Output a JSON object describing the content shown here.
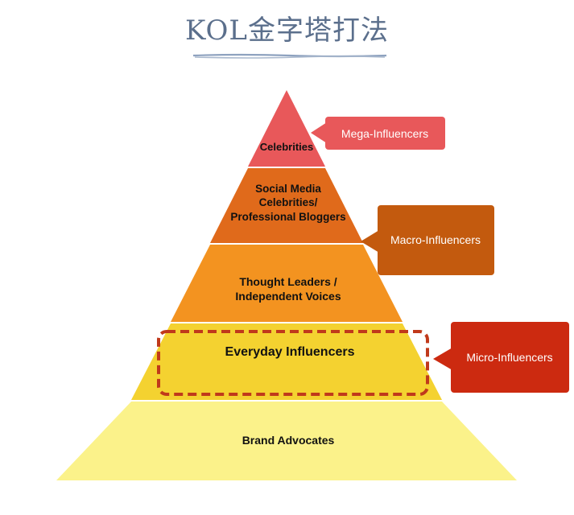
{
  "title": "KOL金字塔打法",
  "tiers": [
    {
      "lines": [
        "Celebrities"
      ],
      "color": "#e8585a"
    },
    {
      "lines": [
        "Social Media",
        "Celebrities/",
        "Professional Bloggers"
      ],
      "color": "#e06a1b"
    },
    {
      "lines": [
        "Thought Leaders /",
        "Independent Voices"
      ],
      "color": "#f39320"
    },
    {
      "lines": [
        "Everyday Influencers"
      ],
      "color": "#f4d230"
    },
    {
      "lines": [
        "Brand Advocates"
      ],
      "color": "#fbf28a"
    }
  ],
  "callouts": [
    {
      "label": "Mega-Influencers",
      "color": "#e8585a"
    },
    {
      "label": "Macro-Influencers",
      "color": "#c35a0e"
    },
    {
      "label": "Micro-Influencers",
      "color": "#cc2a10"
    }
  ],
  "highlight_color": "#c0391b"
}
